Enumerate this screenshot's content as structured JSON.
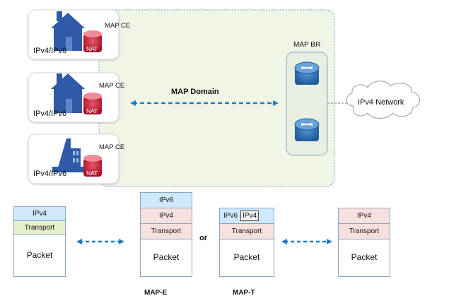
{
  "map_domain": {
    "label": "MAP Domain",
    "colors": {
      "fill": "#f1f5e6",
      "border": "#6b9ac4",
      "arrow": "#1f7bc8"
    }
  },
  "ce_nodes": [
    {
      "title": "MAP CE",
      "subtitle": "IPv4/IPv6",
      "nat_label": "NAT",
      "building": "house-icon"
    },
    {
      "title": "MAP CE",
      "subtitle": "IPv4/IPv6",
      "nat_label": "NAT",
      "building": "house-icon"
    },
    {
      "title": "MAP CE",
      "subtitle": "IPv4/IPv6",
      "nat_label": "NAT",
      "building": "office-building-icon"
    }
  ],
  "border_relay": {
    "title": "MAP BR",
    "router_count": 2
  },
  "ipv4_network": {
    "label": "IPv4 Network"
  },
  "packet_stacks": [
    {
      "name": "left",
      "layers": [
        {
          "text": "IPv4",
          "color": "blue"
        },
        {
          "text": "Transport",
          "color": "green"
        }
      ],
      "payload": "Packet",
      "caption": ""
    },
    {
      "name": "map-e",
      "layers": [
        {
          "text": "IPv6",
          "color": "blue"
        },
        {
          "text": "IPv4",
          "color": "pink"
        },
        {
          "text": "Transport",
          "color": "pink"
        }
      ],
      "payload": "Packet",
      "caption": "MAP-E"
    },
    {
      "name": "map-t",
      "layers": [
        {
          "text": "IPv6",
          "text2": "IPv4",
          "color": "blue"
        },
        {
          "text": "Transport",
          "color": "pink"
        }
      ],
      "payload": "Packet",
      "caption": "MAP-T"
    },
    {
      "name": "right",
      "layers": [
        {
          "text": "IPv4",
          "color": "pink"
        },
        {
          "text": "Transport",
          "color": "pink"
        }
      ],
      "payload": "Packet",
      "caption": ""
    }
  ],
  "or_label": "or"
}
